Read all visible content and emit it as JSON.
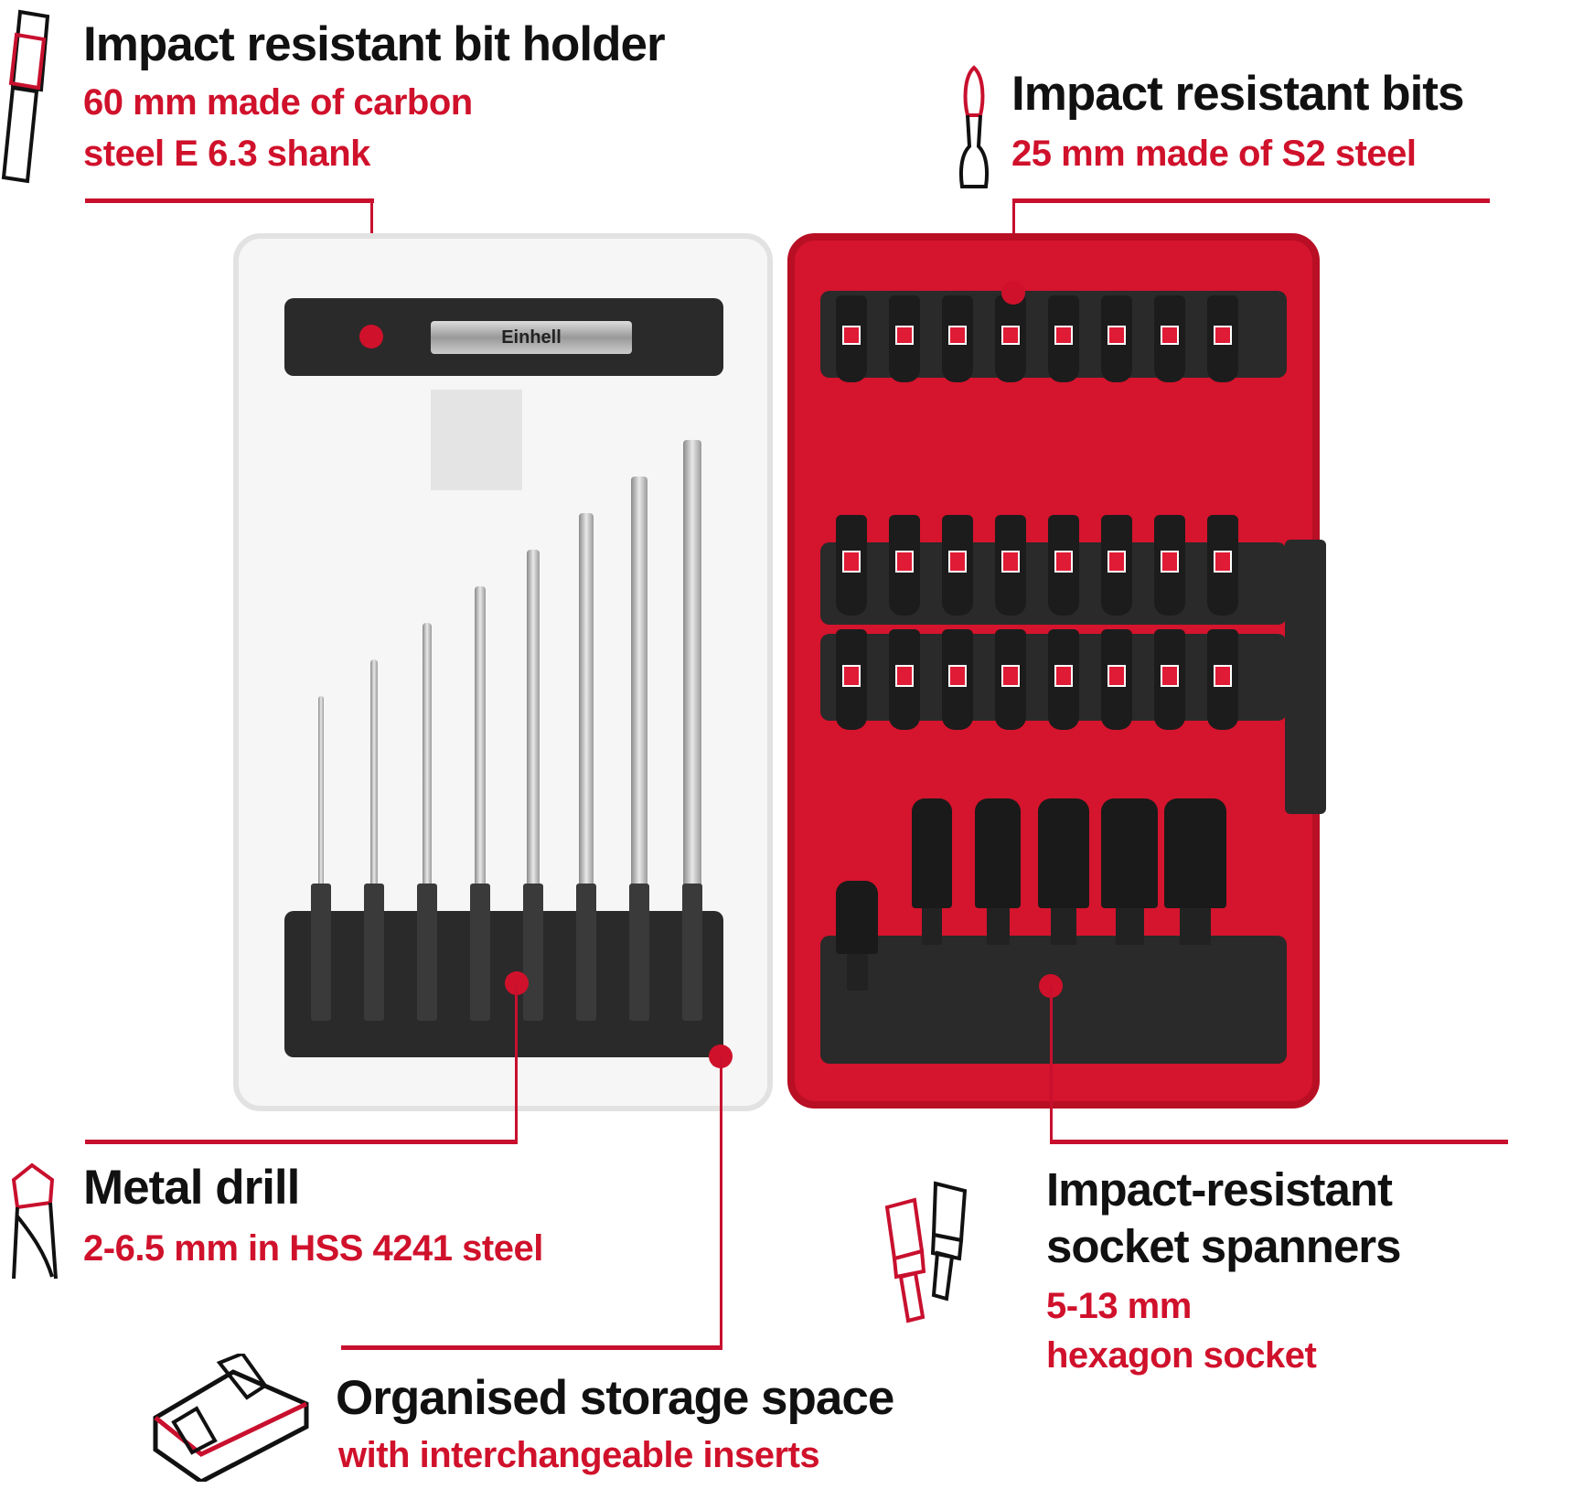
{
  "colors": {
    "accent": "#d0112b",
    "text": "#111111",
    "case_red": "#d5142d"
  },
  "callouts": {
    "bit_holder": {
      "icon": "bit-holder-icon",
      "title": "Impact resistant bit holder",
      "lines": [
        "60 mm made of carbon",
        "steel E 6.3 shank"
      ]
    },
    "bits": {
      "icon": "screwdriver-bit-icon",
      "title": "Impact resistant bits",
      "lines": [
        "25 mm made of S2 steel"
      ]
    },
    "metal_drill": {
      "icon": "drill-bit-icon",
      "title": "Metal drill",
      "lines": [
        "2-6.5 mm in HSS 4241 steel"
      ]
    },
    "sockets": {
      "icon": "socket-spanner-icon",
      "title_lines": [
        "Impact-resistant",
        "socket spanners"
      ],
      "lines": [
        "5-13 mm",
        "hexagon socket"
      ]
    },
    "storage": {
      "icon": "storage-box-icon",
      "title": "Organised storage space",
      "lines": [
        "with interchangeable inserts"
      ]
    }
  },
  "product": {
    "brand": "Einhell"
  }
}
